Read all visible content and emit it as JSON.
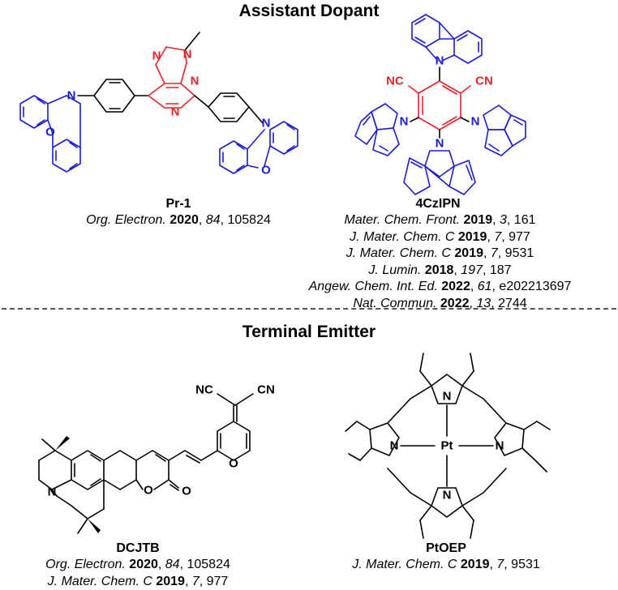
{
  "sections": {
    "assistant_title": "Assistant Dopant",
    "terminal_title": "Terminal Emitter"
  },
  "compounds": {
    "pr1": {
      "name": "Pr-1",
      "refs": [
        {
          "journal": "Org. Electron.",
          "year": "2020",
          "volume": "84",
          "page": "105824"
        }
      ]
    },
    "cz4ipn": {
      "name": "4CzIPN",
      "refs": [
        {
          "journal": "Mater. Chem. Front.",
          "year": "2019",
          "volume": "3",
          "page": "161"
        },
        {
          "journal": "J. Mater. Chem. C",
          "year": "2019",
          "volume": "7",
          "page": "977"
        },
        {
          "journal": "J. Mater. Chem. C",
          "year": "2019",
          "volume": "7",
          "page": "9531"
        },
        {
          "journal": "J. Lumin.",
          "year": "2018",
          "volume": "197",
          "page": "187"
        },
        {
          "journal": "Angew. Chem. Int. Ed.",
          "year": "2022",
          "volume": "61",
          "page": "e202213697"
        },
        {
          "journal": "Nat. Commun.",
          "year": "2022",
          "volume": "13",
          "page": "2744"
        }
      ]
    },
    "dcjtb": {
      "name": "DCJTB",
      "refs": [
        {
          "journal": "Org. Electron.",
          "year": "2020",
          "volume": "84",
          "page": "105824"
        },
        {
          "journal": "J. Mater. Chem. C",
          "year": "2019",
          "volume": "7",
          "page": "977"
        }
      ]
    },
    "ptoep": {
      "name": "PtOEP",
      "refs": [
        {
          "journal": "J. Mater. Chem. C",
          "year": "2019",
          "volume": "7",
          "page": "9531"
        }
      ]
    }
  },
  "atom_labels": {
    "N": "N",
    "O": "O",
    "CN": "CN",
    "NC": "NC",
    "Pt": "Pt"
  },
  "colors": {
    "acceptor": "#e8222a",
    "donor": "#1b1bd8",
    "bond": "#000000",
    "divider": "#555555"
  }
}
